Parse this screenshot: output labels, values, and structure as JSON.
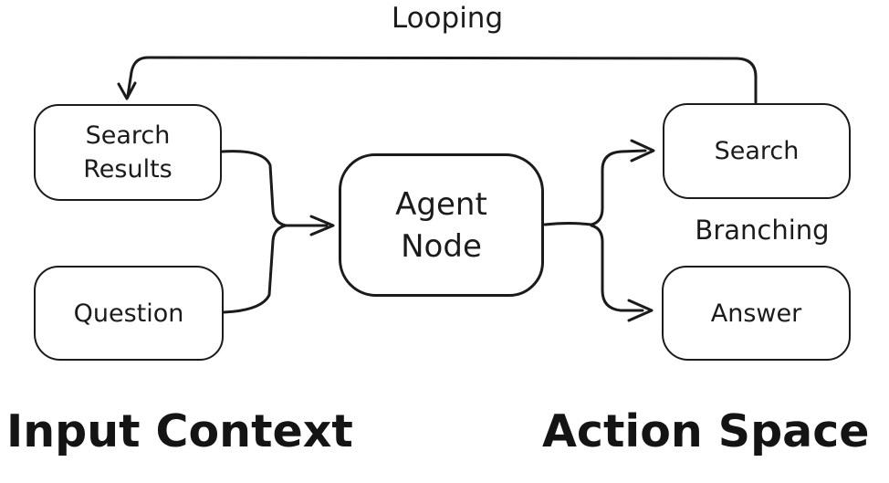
{
  "diagram": {
    "background": "#ffffff",
    "stroke_color": "#1b1b1b"
  },
  "labels": {
    "looping": "Looping",
    "branching": "Branching",
    "input_context": "Input Context",
    "action_space": "Action Space"
  },
  "nodes": {
    "search_results": {
      "line1": "Search",
      "line2": "Results"
    },
    "question": {
      "label": "Question"
    },
    "agent_node": {
      "line1": "Agent",
      "line2": "Node"
    },
    "search": {
      "label": "Search"
    },
    "answer": {
      "label": "Answer"
    }
  },
  "edges": [
    {
      "from": "Search Results",
      "to": "Agent Node"
    },
    {
      "from": "Question",
      "to": "Agent Node"
    },
    {
      "from": "Agent Node",
      "to": "Search"
    },
    {
      "from": "Agent Node",
      "to": "Answer"
    },
    {
      "from": "Search",
      "to": "Search Results",
      "label": "Looping"
    }
  ]
}
